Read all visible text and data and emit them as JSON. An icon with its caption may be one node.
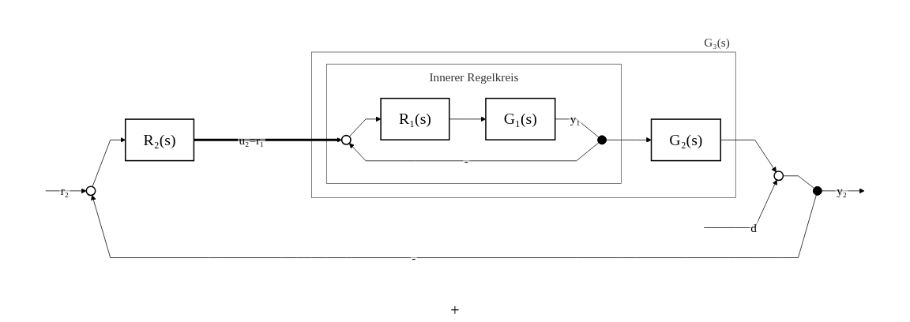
{
  "diagram": {
    "nodes": [
      {
        "text": [
          "G₃(s)"
        ]
      },
      {
        "text": [
          "Innerer Regelkreis"
        ],
        "in": 0
      },
      {
        "text": [],
        "shape": "circle"
      },
      {
        "text": [
          "R₂(s)"
        ]
      },
      {
        "text": [],
        "shape": "circle",
        "in": 1
      },
      {
        "text": [
          "R₁(s)"
        ],
        "in": 1
      },
      {
        "text": [
          "G₁(s)"
        ],
        "in": 1
      },
      {
        "text": [],
        "shape": "dot",
        "in": 1
      },
      {
        "text": [
          "G₂(s)"
        ],
        "in": 0
      },
      {
        "text": [],
        "shape": "circle"
      },
      {
        "text": [],
        "shape": "dot"
      }
    ],
    "edges": [
      {
        "from": null,
        "to": 2,
        "arrow": "to",
        "label": "r₂"
      },
      {
        "from": 2,
        "to": 3,
        "arrow": "to"
      },
      {
        "from": 3,
        "to": 4,
        "arrow": "to",
        "label": "u₂=r₁",
        "style": "thick"
      },
      {
        "from": 4,
        "to": 5,
        "arrow": "to"
      },
      {
        "from": 5,
        "to": 6,
        "arrow": "to"
      },
      {
        "from": 6,
        "to": 7,
        "arrow": "none",
        "label": "y₁"
      },
      {
        "from": 7,
        "to": 8,
        "arrow": "to"
      },
      {
        "from": 7,
        "to": 4,
        "arrow": "to",
        "label": "-"
      },
      {
        "from": 8,
        "to": 9,
        "arrow": "to"
      },
      {
        "from": null,
        "to": 9,
        "arrow": "to",
        "label": "d"
      },
      {
        "from": 9,
        "to": 10,
        "arrow": "none"
      },
      {
        "from": 10,
        "to": null,
        "arrow": "to",
        "label": "y₂"
      },
      {
        "from": 10,
        "to": 2,
        "arrow": "to",
        "label": "-"
      }
    ],
    "labels": [
      "+"
    ]
  }
}
